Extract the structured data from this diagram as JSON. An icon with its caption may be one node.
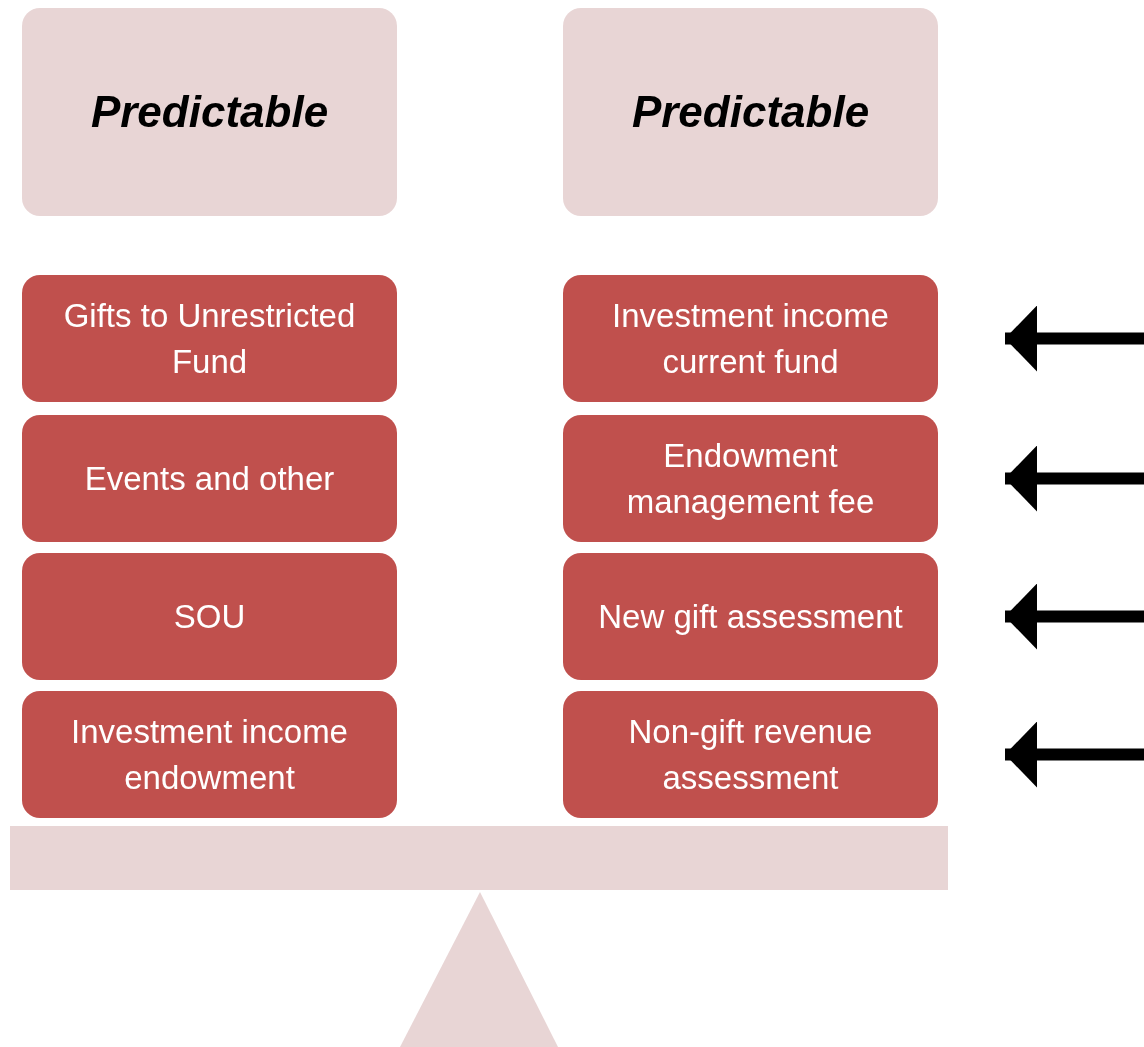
{
  "diagram": {
    "nodes": [
      {
        "text": [
          "Predictable"
        ]
      },
      {
        "text": [
          "Predictable"
        ]
      },
      {
        "text": [
          "Gifts to Unrestricted Fund"
        ]
      },
      {
        "text": [
          "Investment income current fund"
        ]
      },
      {
        "text": [
          "Events and other"
        ]
      },
      {
        "text": [
          "Endowment management fee"
        ]
      },
      {
        "text": [
          "SOU"
        ]
      },
      {
        "text": [
          "New gift assessment"
        ]
      },
      {
        "text": [
          "Investment income endowment"
        ]
      },
      {
        "text": [
          "Non-gift revenue assessment"
        ]
      }
    ],
    "edges": [
      {
        "from": null,
        "to": 3,
        "arrow": "to"
      },
      {
        "from": null,
        "to": 5,
        "arrow": "to"
      },
      {
        "from": null,
        "to": 7,
        "arrow": "to"
      },
      {
        "from": null,
        "to": 9,
        "arrow": "to"
      }
    ]
  }
}
